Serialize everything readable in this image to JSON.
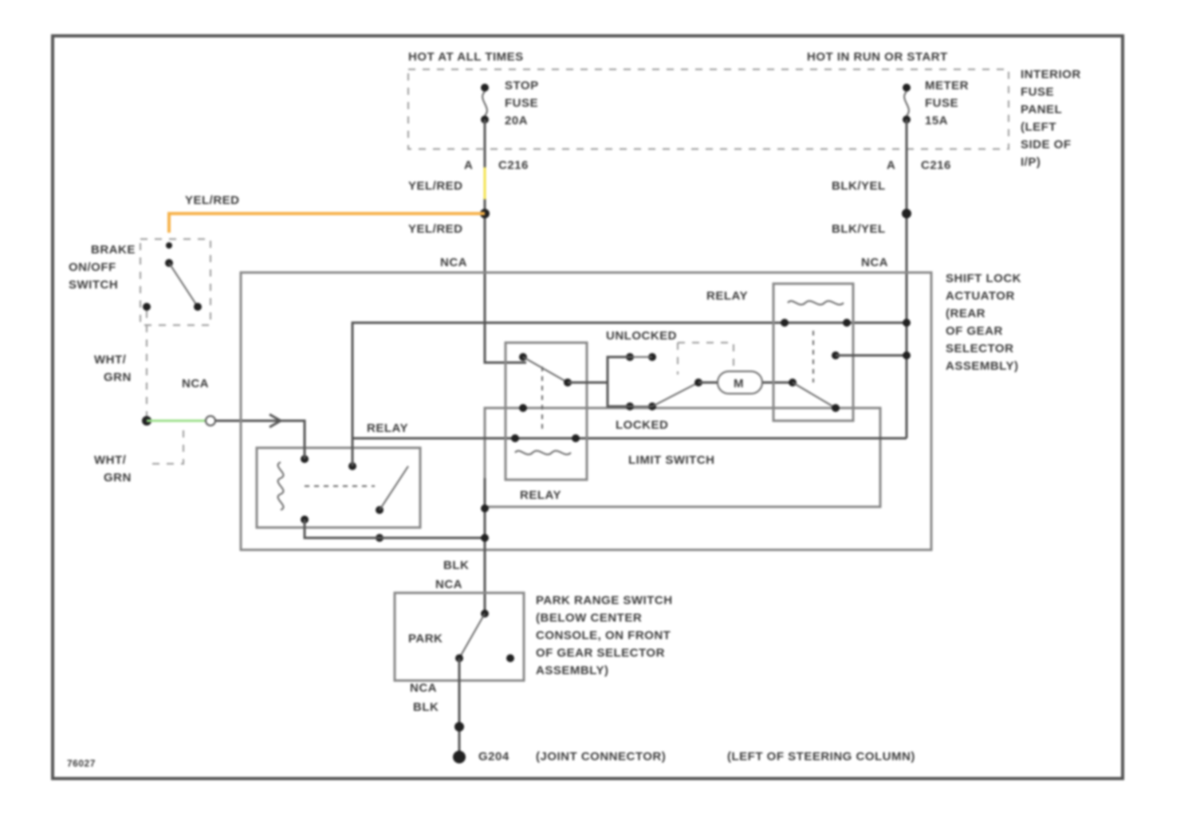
{
  "labels": {
    "hot_all_times": "HOT AT ALL TIMES",
    "hot_run_start": "HOT IN RUN OR START",
    "stop_fuse_1": "STOP",
    "stop_fuse_2": "FUSE",
    "stop_fuse_3": "20A",
    "meter_fuse_1": "METER",
    "meter_fuse_2": "FUSE",
    "meter_fuse_3": "15A",
    "ifp_1": "INTERIOR",
    "ifp_2": "FUSE",
    "ifp_3": "PANEL",
    "ifp_4": "(LEFT",
    "ifp_5": "SIDE OF",
    "ifp_6": "I/P)",
    "conn_a_left": "A",
    "conn_a_right": "A",
    "c216_left": "C216",
    "c216_right": "C216",
    "yel_red_1": "YEL/RED",
    "yel_red_2": "YEL/RED",
    "yel_red_3": "YEL/RED",
    "blk_yel_1": "BLK/YEL",
    "blk_yel_2": "BLK/YEL",
    "nca_1": "NCA",
    "nca_2": "NCA",
    "nca_3": "NCA",
    "nca_4": "NCA",
    "nca_5": "NCA",
    "brake_1": "BRAKE",
    "brake_2": "ON/OFF",
    "brake_3": "SWITCH",
    "wht_grn_1a": "WHT/",
    "wht_grn_1b": "GRN",
    "wht_grn_2a": "WHT/",
    "wht_grn_2b": "GRN",
    "relay_1": "RELAY",
    "relay_2": "RELAY",
    "relay_3": "RELAY",
    "unlocked": "UNLOCKED",
    "locked": "LOCKED",
    "limit_switch": "LIMIT SWITCH",
    "motor": "M",
    "sla_1": "SHIFT LOCK",
    "sla_2": "ACTUATOR",
    "sla_3": "(REAR",
    "sla_4": "OF GEAR",
    "sla_5": "SELECTOR",
    "sla_6": "ASSEMBLY)",
    "blk_1": "BLK",
    "blk_2": "BLK",
    "park": "PARK",
    "prs_1": "PARK RANGE SWITCH",
    "prs_2": "(BELOW CENTER",
    "prs_3": "CONSOLE, ON FRONT",
    "prs_4": "OF GEAR SELECTOR",
    "prs_5": "ASSEMBLY)",
    "g_conn": "G204",
    "g_joint": "(JOINT CONNECTOR)",
    "g_loc": "(LEFT OF STEERING COLUMN)",
    "fig_id": "76027"
  },
  "colors": {
    "wire_yel_red": "#f6b24a",
    "wire_wht_grn": "#9be08a",
    "wire_yel_tick": "#f3e24a"
  }
}
